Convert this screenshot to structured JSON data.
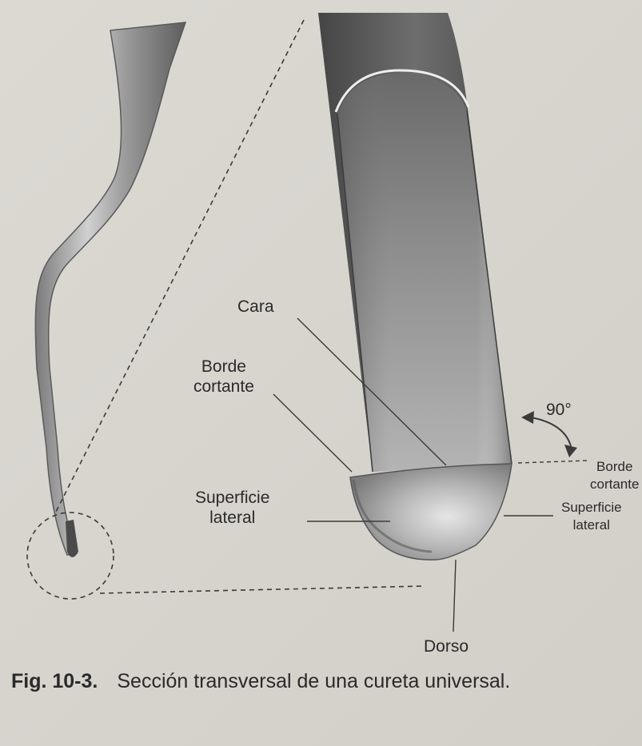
{
  "labels": {
    "cara": "Cara",
    "borde_cortante_left": [
      "Borde",
      "cortante"
    ],
    "superficie_lateral_left": [
      "Superficie",
      "lateral"
    ],
    "angle": "90°",
    "borde_cortante_right": [
      "Borde",
      "cortante"
    ],
    "superficie_lateral_right": [
      "Superficie",
      "lateral"
    ],
    "dorso": "Dorso"
  },
  "caption": {
    "figure_number": "Fig. 10-3.",
    "text": "Sección transversal de una cureta universal."
  },
  "colors": {
    "background": "#d9d6d0",
    "text": "#2a2a2a",
    "blade_dark": "#5a5a5a",
    "blade_mid": "#8c8c8c",
    "blade_light": "#bdbdbd"
  }
}
